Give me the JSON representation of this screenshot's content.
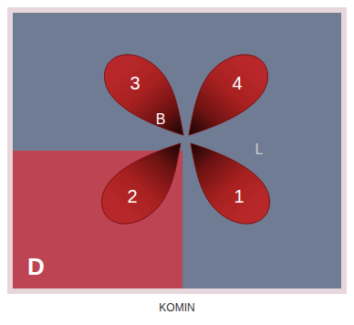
{
  "diagram": {
    "caption": "KOMIN",
    "nodes": [
      {
        "text": [
          "3"
        ]
      },
      {
        "text": [
          "4"
        ]
      },
      {
        "text": [
          "2"
        ]
      },
      {
        "text": [
          "1"
        ]
      },
      {
        "text": [
          "D"
        ]
      }
    ],
    "labels": [
      "B",
      "L"
    ]
  }
}
